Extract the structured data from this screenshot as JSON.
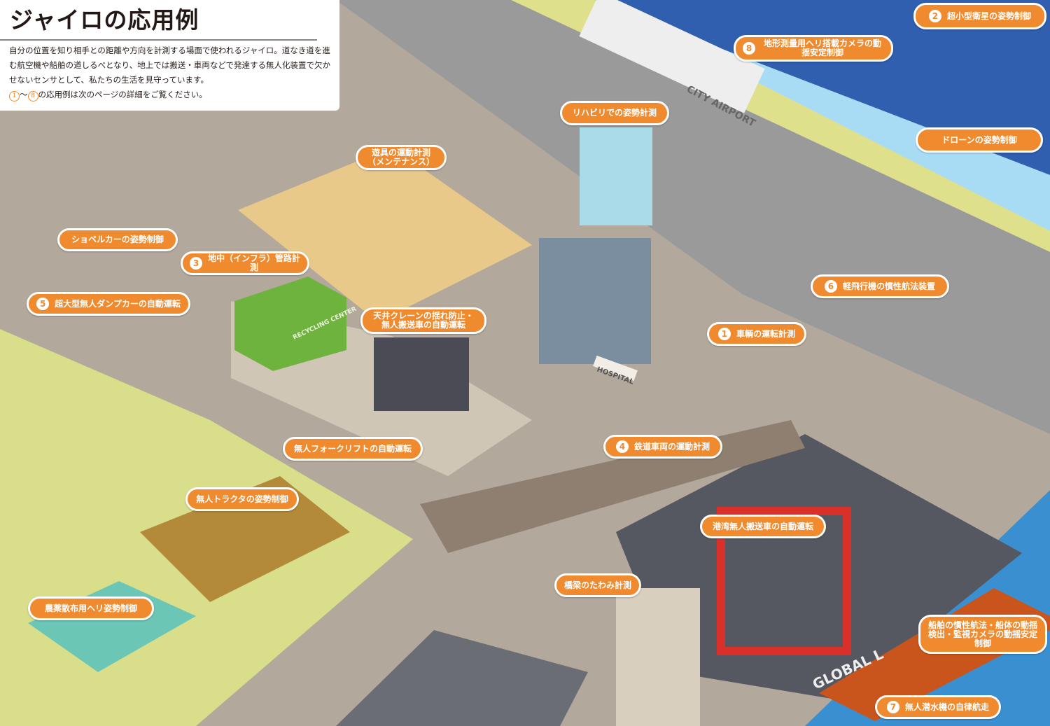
{
  "title": "ジャイロの応用例",
  "intro": "自分の位置を知り相手との距離や方向を計測する場面で使われるジャイロ。道なき道を進む航空機や船舶の道しるべとなり、地上では搬送・車両などで発達する無人化装置で欠かせないセンサとして、私たちの生活を見守っています。",
  "reference": {
    "from": "1",
    "sep": "〜",
    "to": "8",
    "text": "の応用例は次のページの詳細をご覧ください。"
  },
  "labels": [
    {
      "num": "2",
      "text": "超小型衛星の姿勢制御"
    },
    {
      "num": "8",
      "text": "地形測量用ヘリ搭載カメラの動揺安定制御"
    },
    {
      "text": "リハビリでの姿勢計測"
    },
    {
      "text": "ドローンの姿勢制御"
    },
    {
      "text": "遊具の運動計測（メンテナンス）"
    },
    {
      "text": "ショベルカーの姿勢制御"
    },
    {
      "num": "3",
      "text": "地中（インフラ）管路計測"
    },
    {
      "num": "6",
      "text": "軽飛行機の慣性航法装置"
    },
    {
      "num": "5",
      "text": "超大型無人ダンプカーの自動運転"
    },
    {
      "text": "天井クレーンの揺れ防止・無人搬送車の自動運転"
    },
    {
      "num": "1",
      "text": "車輌の運転計測"
    },
    {
      "num": "4",
      "text": "鉄道車両の運動計測"
    },
    {
      "text": "無人フォークリフトの自動運転"
    },
    {
      "text": "無人トラクタの姿勢制御"
    },
    {
      "text": "港湾無人搬送車の自動運転"
    },
    {
      "text": "橋梁のたわみ計測"
    },
    {
      "text": "農薬散布用ヘリ姿勢制御"
    },
    {
      "text": "船舶の慣性航法・船体の動揺検出・監視カメラの動揺安定制御"
    },
    {
      "num": "7",
      "text": "無人潜水機の自律航走"
    }
  ],
  "scene_text": {
    "airport": "CITY AIRPORT",
    "ship": "GLOBAL L",
    "hospital": "HOSPITAL",
    "recycling": "RECYCLING CENTER"
  },
  "colors": {
    "accent": "#ef8a2e",
    "sky": "#a8dcf5",
    "space": "#2f5fae",
    "sea": "#3a8fd0",
    "grass": "#d9de8a",
    "road": "#b3a89c"
  }
}
